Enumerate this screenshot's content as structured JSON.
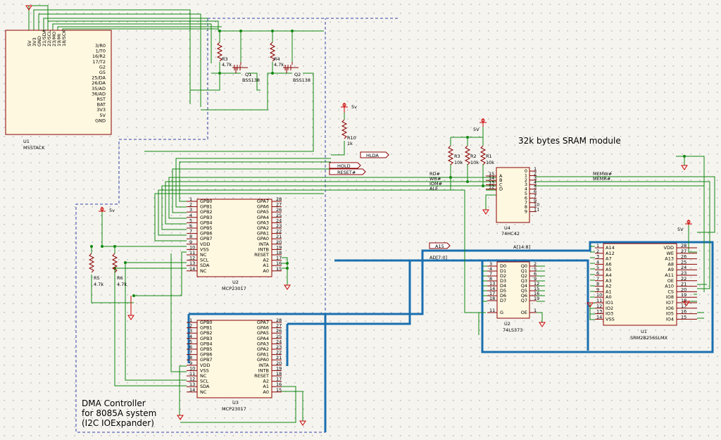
{
  "colors": {
    "wire": "#118811",
    "bus": "#1a6fb0",
    "part_outline": "#8b0000",
    "part_fill": "#fff8e0",
    "dashed_box": "#3344aa",
    "power": "#cc0000"
  },
  "annotations": {
    "sram_title": "32k bytes SRAM module",
    "dma_line1": "DMA Controller",
    "dma_line2": "for 8085A system",
    "dma_line3": "(I2C IOExpander)"
  },
  "parts": {
    "u1_m5": {
      "ref": "U1",
      "value": "M5STACK",
      "top_pins": [
        "5V",
        "3V3",
        "GND",
        "21/SDA",
        "22/SCL",
        "23/MO",
        "19/MI",
        "18/SCK"
      ],
      "right_pins": [
        "3/R0",
        "1/T0",
        "16/R2",
        "17/T2",
        "G2",
        "G5",
        "25/DA",
        "26/DA",
        "35/AD",
        "36/AD",
        "RST",
        "BAT",
        "3V3",
        "5V",
        "GND"
      ]
    },
    "u2_mcp": {
      "ref": "U2",
      "value": "MCP23017",
      "left_pins": [
        "GPB0",
        "GPB1",
        "GPB2",
        "GPB3",
        "GPB4",
        "GPB5",
        "GPB6",
        "GPB7",
        "VDD",
        "VSS",
        "NC",
        "SCL",
        "SDA",
        "NC"
      ],
      "left_nums": [
        "1",
        "2",
        "3",
        "4",
        "5",
        "6",
        "7",
        "8",
        "9",
        "10",
        "11",
        "12",
        "13",
        "14"
      ],
      "right_pins": [
        "GPA7",
        "GPA6",
        "GPA5",
        "GPA4",
        "GPA3",
        "GPA2",
        "GPA1",
        "GPA0",
        "INTA",
        "INTB",
        "RESET",
        "A2",
        "A1",
        "A0"
      ],
      "right_nums": [
        "28",
        "27",
        "26",
        "25",
        "24",
        "23",
        "22",
        "21",
        "20",
        "19",
        "18",
        "17",
        "16",
        "15"
      ]
    },
    "u3_mcp": {
      "ref": "U3",
      "value": "MCP23017"
    },
    "u4": {
      "ref": "U4",
      "value": "74HC42",
      "left_pins": [
        "A",
        "B",
        "C",
        "D"
      ],
      "left_nums": [
        "15",
        "14",
        "13",
        "12"
      ],
      "right_nums": [
        "1",
        "2",
        "3",
        "4",
        "5",
        "6",
        "7",
        "9",
        "10",
        "11"
      ],
      "right_pins": [
        "0",
        "1",
        "2",
        "3",
        "4",
        "5",
        "6",
        "7",
        "8",
        "9"
      ]
    },
    "u2_373": {
      "ref": "U2",
      "value": "74LS373",
      "left_pins": [
        "D0",
        "D1",
        "D2",
        "D3",
        "D4",
        "D5",
        "D6",
        "D7",
        "G"
      ],
      "left_nums": [
        "3",
        "4",
        "7",
        "8",
        "13",
        "14",
        "17",
        "18",
        "11"
      ],
      "right_pins": [
        "Q0",
        "Q1",
        "Q2",
        "Q3",
        "Q4",
        "Q5",
        "Q6",
        "Q7",
        "OE"
      ],
      "right_nums": [
        "2",
        "5",
        "6",
        "9",
        "12",
        "15",
        "16",
        "19",
        "1"
      ]
    },
    "u1_sram": {
      "ref": "U1",
      "value": "SRM2B256SLMX",
      "left_pins": [
        "A14",
        "A12",
        "A7",
        "A6",
        "A5",
        "A4",
        "A3",
        "A2",
        "A1",
        "A0",
        "IO1",
        "IO2",
        "IO3",
        "VSS"
      ],
      "left_nums": [
        "1",
        "2",
        "3",
        "4",
        "5",
        "6",
        "7",
        "8",
        "9",
        "10",
        "11",
        "12",
        "13",
        "14"
      ],
      "right_pins": [
        "VDD",
        "WE",
        "A13",
        "A8",
        "A9",
        "A11",
        "OE",
        "A10",
        "CS",
        "IO8",
        "IO7",
        "IO6",
        "IO5",
        "IO4"
      ],
      "right_nums": [
        "28",
        "27",
        "26",
        "25",
        "24",
        "23",
        "22",
        "21",
        "20",
        "19",
        "18",
        "17",
        "16",
        "15"
      ]
    },
    "q1": {
      "ref": "Q1",
      "value": "BSS138"
    },
    "q2": {
      "ref": "Q2",
      "value": "BSS138"
    },
    "r1": {
      "ref": "R1",
      "value": "10k"
    },
    "r2": {
      "ref": "R2",
      "value": "10k"
    },
    "r3a": {
      "ref": "R3",
      "value": "10k"
    },
    "r3b": {
      "ref": "R3",
      "value": "4.7k"
    },
    "r4": {
      "ref": "R4",
      "value": "4.7k"
    },
    "r5": {
      "ref": "R5",
      "value": "4.7k"
    },
    "r6": {
      "ref": "R6",
      "value": "4.7k"
    },
    "r10": {
      "ref": "R10",
      "value": "1k"
    }
  },
  "power_labels": {
    "v5": "5v",
    "v5_upper": "5V"
  },
  "net_labels": {
    "hlda": "HLDA",
    "hold": "HOLD",
    "reset": "RESET#",
    "a15": "A15",
    "rd": "RD#",
    "wr": "WR#",
    "iom": "IOM#",
    "ale": "ALE",
    "memw": "MEMW#",
    "memr": "MEMR#",
    "a14_8": "A[14:8]",
    "ad7_0": "AD[7:0]"
  }
}
